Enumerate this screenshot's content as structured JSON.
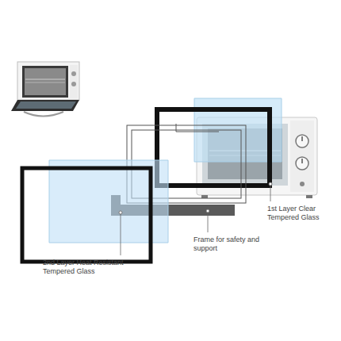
{
  "diagram": {
    "labels": [
      "1st Layer Clear Tempered Glass",
      "Frame for safety and support",
      "2nd Layer Heat Resistant Tempered Glass"
    ]
  }
}
